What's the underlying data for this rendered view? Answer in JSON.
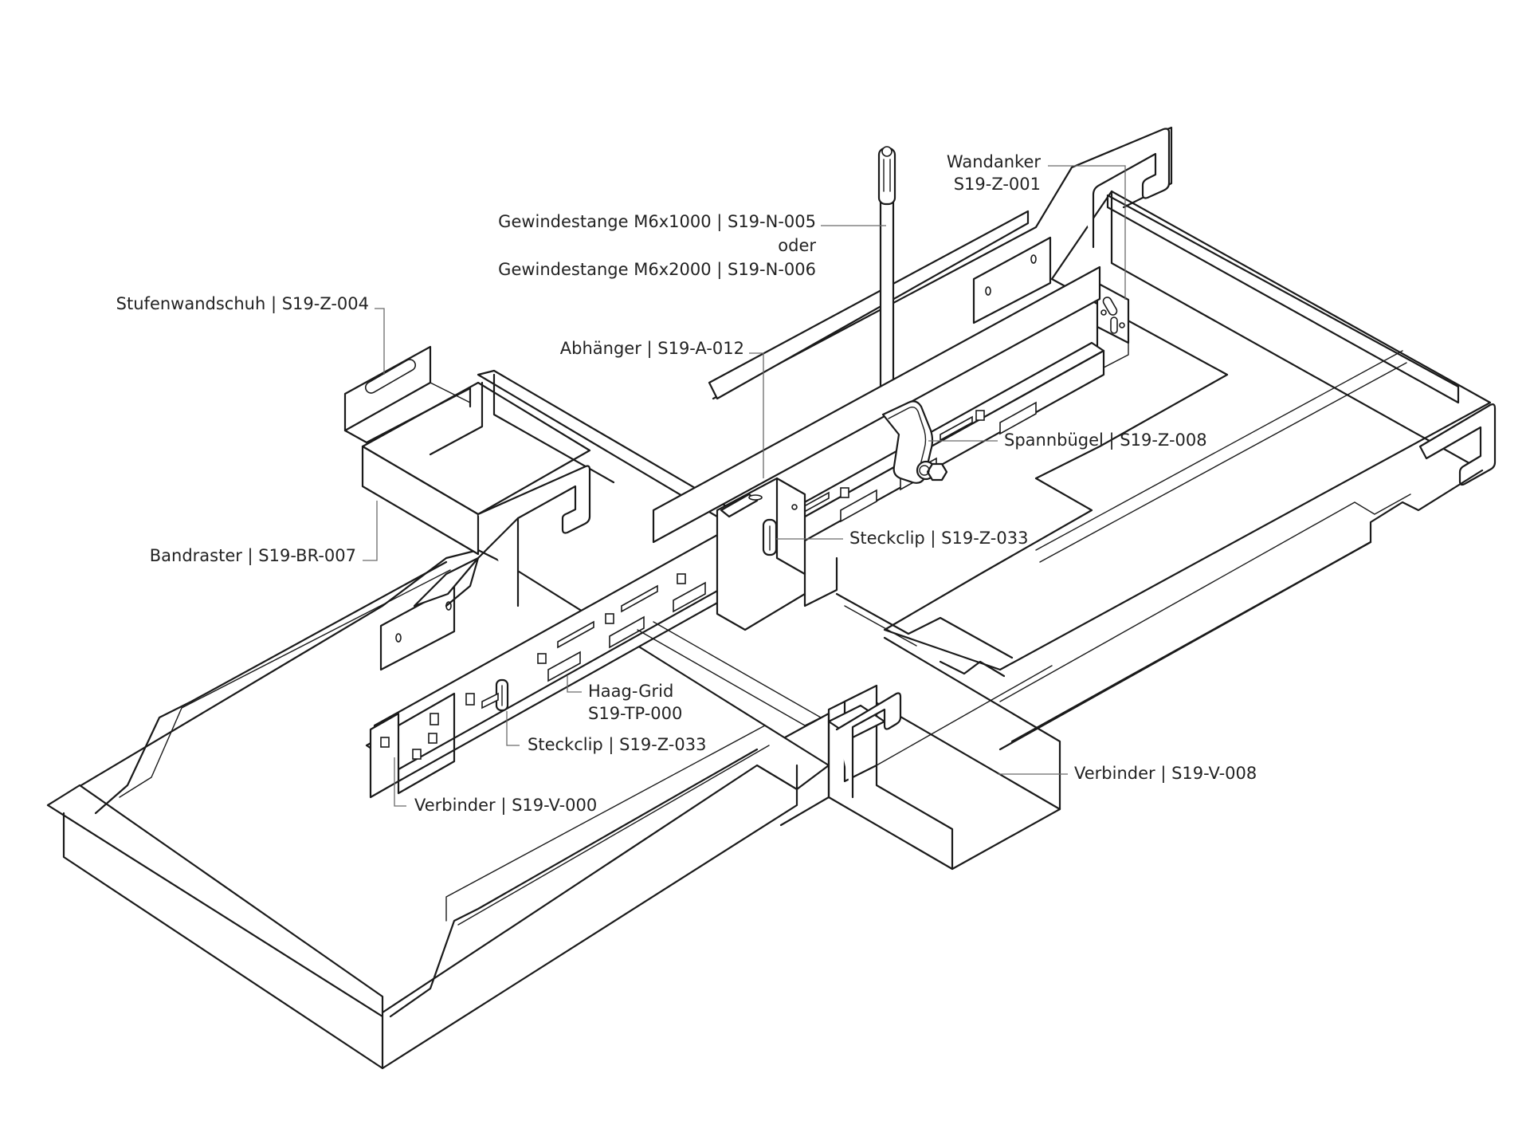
{
  "diagram": {
    "type": "isometric assembly drawing",
    "subject": "ceiling grid suspension system"
  },
  "labels": {
    "wandanker": {
      "line1": "Wandanker",
      "line2": "S19-Z-001"
    },
    "gewindestange": {
      "line1": "Gewindestange M6x1000 | S19-N-005",
      "line2": "oder",
      "line3": "Gewindestange M6x2000 | S19-N-006"
    },
    "stufenwandschuh": "Stufenwandschuh | S19-Z-004",
    "abhaenger": "Abhänger | S19-A-012",
    "spannbuegel": "Spannbügel | S19-Z-008",
    "steckclip_upper": "Steckclip | S19-Z-033",
    "bandraster": "Bandraster | S19-BR-007",
    "haag_grid": {
      "line1": "Haag-Grid",
      "line2": "S19-TP-000"
    },
    "steckclip_lower": "Steckclip | S19-Z-033",
    "verbinder_v000": "Verbinder | S19-V-000",
    "verbinder_v008": "Verbinder | S19-V-008"
  }
}
